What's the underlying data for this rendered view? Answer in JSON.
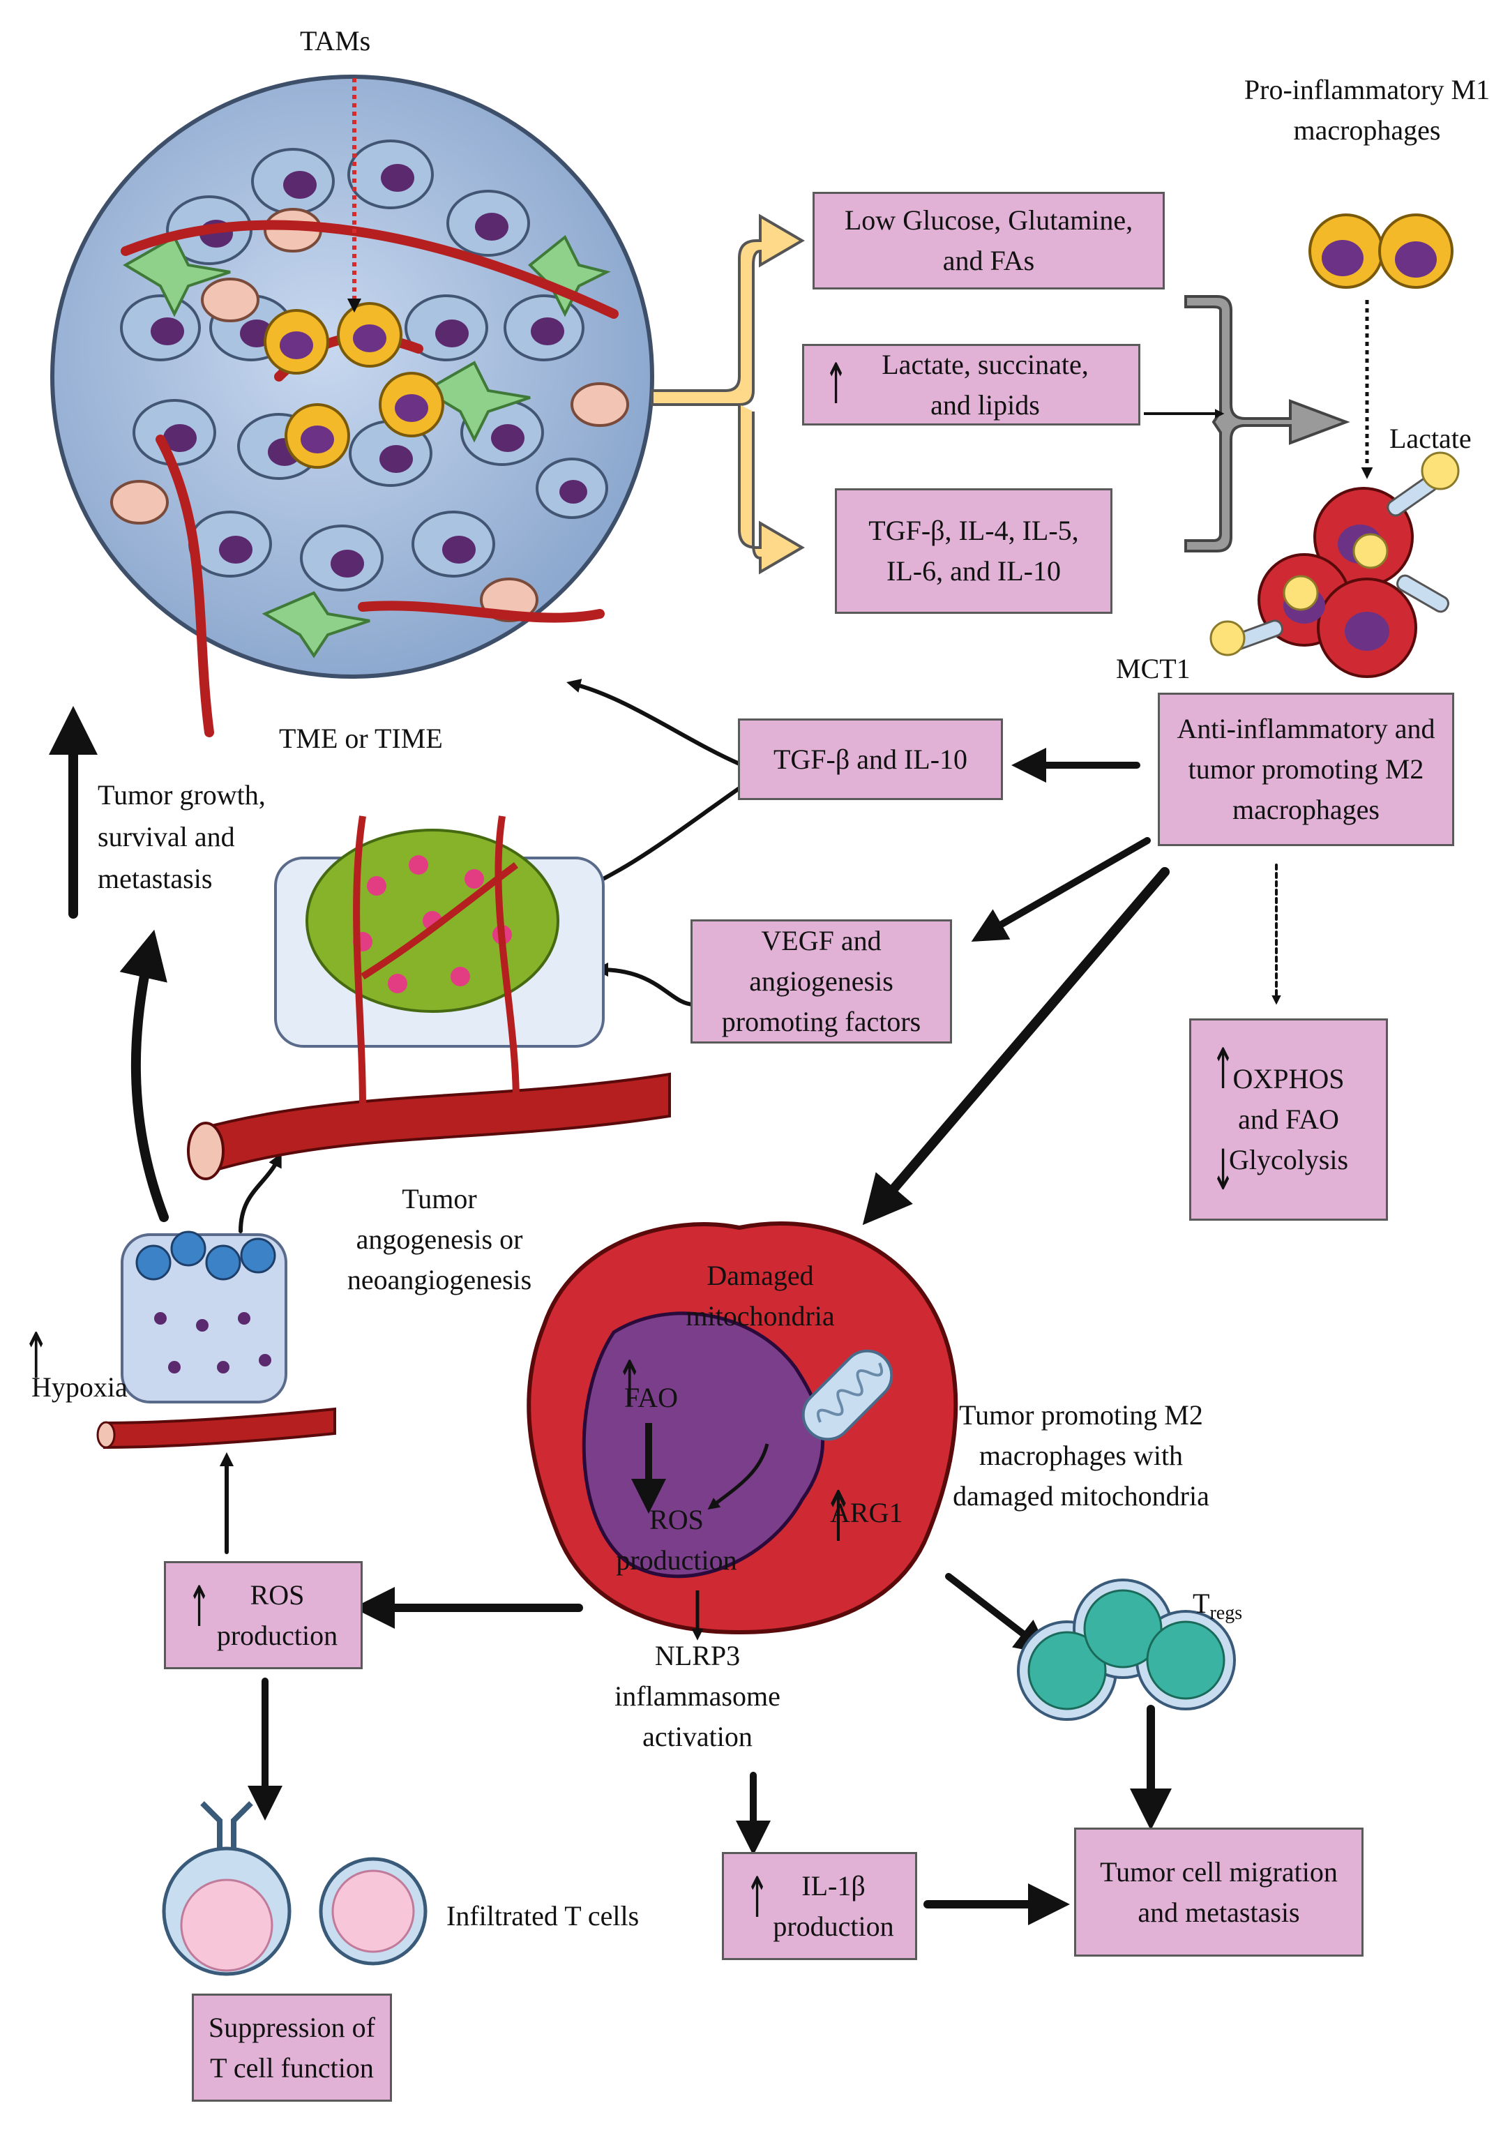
{
  "labels": {
    "tams": "TAMs",
    "m1": [
      "Pro-inflammatory M1",
      "macrophages"
    ],
    "lactate": "Lactate",
    "mct1": "MCT1",
    "time": "TME or TIME",
    "growth": [
      "Tumor growth,",
      "survival and",
      "metastasis"
    ],
    "angio": [
      "Tumor",
      "angogenesis or",
      "neoangiogenesis"
    ],
    "hypoxia": "Hypoxia",
    "damaged_mito": [
      "Damaged",
      "mitochondria"
    ],
    "fao": "FAO",
    "ros_inner": [
      "ROS",
      "production"
    ],
    "arg1": "ARG1",
    "m2_damaged": [
      "Tumor promoting  M2",
      "macrophages with",
      "damaged mitochondria"
    ],
    "nlrp3": [
      "NLRP3",
      "inflammasome",
      "activation"
    ],
    "tregs_main": "T",
    "tregs_sub": "regs",
    "infiltrated": "Infiltrated T cells"
  },
  "boxes": {
    "glucose": [
      "Low Glucose, Glutamine,",
      "and FAs"
    ],
    "lactate_succ": [
      "Lactate, succinate,",
      "and lipids"
    ],
    "tgf_il": [
      "TGF-β, IL-4, IL-5,",
      "IL-6, and IL-10"
    ],
    "m2": [
      "Anti-inflammatory and",
      "tumor promoting  M2",
      "macrophages"
    ],
    "tgf_il10": [
      "TGF-β and IL-10"
    ],
    "vegf": [
      "VEGF and",
      "angiogenesis",
      "promoting factors"
    ],
    "oxphos": [
      "OXPHOS",
      "and FAO",
      "Glycolysis"
    ],
    "ros": [
      "ROS",
      "production"
    ],
    "il1b": [
      "IL-1β",
      "production"
    ],
    "migration": [
      "Tumor cell migration",
      "and metastasis"
    ],
    "suppression": [
      "Suppression of",
      "T cell function"
    ]
  },
  "colors": {
    "box_fill": "#e1b2d6",
    "tumor_blue": "#a9c3e1",
    "nucleus_purple": "#5b2a6e",
    "m2_red": "#cf2a33",
    "tam_yellow": "#f3b928",
    "treg_teal": "#3bb3a3",
    "vessel_red": "#b51f1f",
    "arrow_yellow": "#ffd98a",
    "arrow_grey": "#9a9a9a"
  }
}
